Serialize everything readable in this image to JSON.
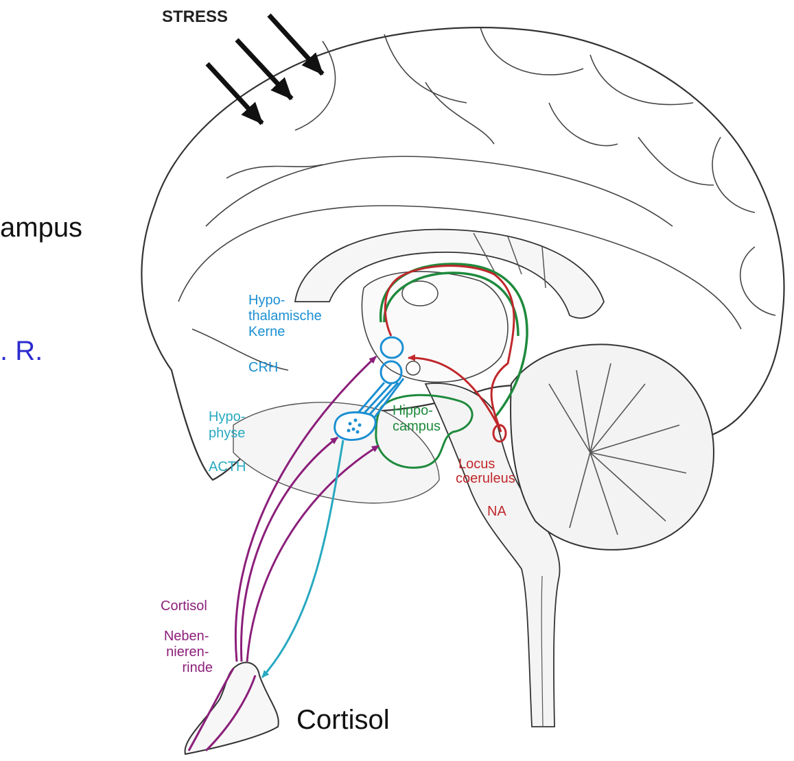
{
  "slide_fragments": {
    "campus": "ampus",
    "rest": ". R.",
    "cortisol": "Cortisol"
  },
  "diagram": {
    "stress": "STRESS",
    "hypothalamus": [
      "Hypo-",
      "thalamische",
      "Kerne"
    ],
    "crh": "CRH",
    "hypophyse": [
      "Hypo-",
      "physe"
    ],
    "acth": "ACTH",
    "hippocampus": [
      "Hippo-",
      "campus"
    ],
    "locus": [
      "Locus",
      "coeruleus"
    ],
    "na": "NA",
    "cortisol": "Cortisol",
    "nebenniere": [
      "Neben-",
      "nieren-",
      "rinde"
    ]
  },
  "colors": {
    "blue_label": "#1b8fd2",
    "cyan_label": "#27a9c0",
    "green": "#1e8a3c",
    "red": "#c0282b",
    "purple": "#8b1f7a",
    "slide_blue": "#2b2bd0",
    "outline": "#333333"
  }
}
